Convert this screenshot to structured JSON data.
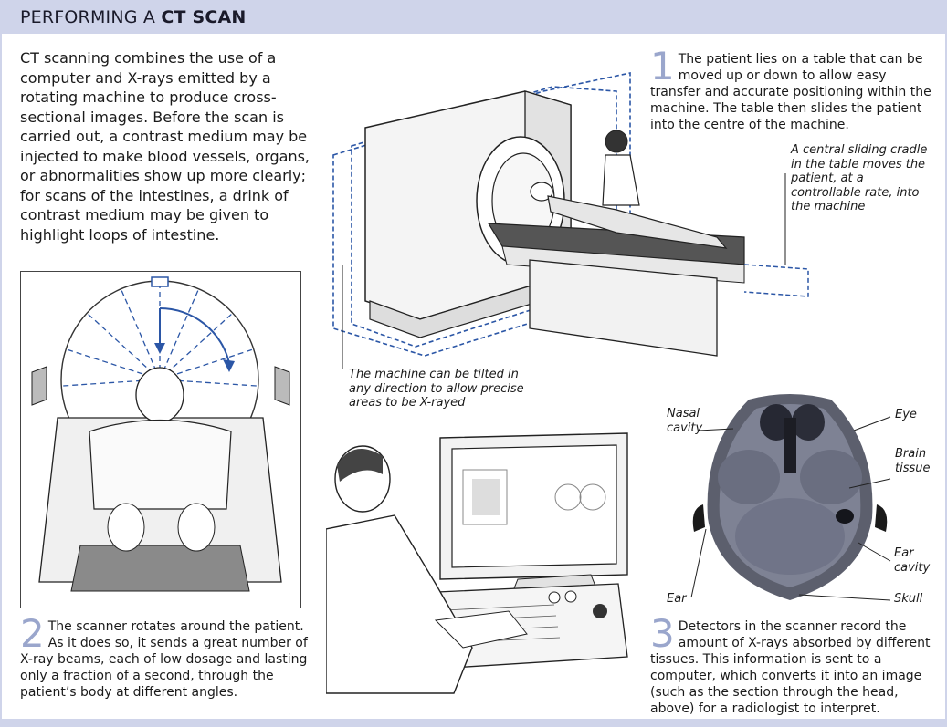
{
  "header": {
    "title_prefix": "PERFORMING A",
    "title_bold": "CT SCAN"
  },
  "intro": "CT scanning combines the use of a computer and X-rays emitted by a rotating machine to produce cross-sectional images. Before the scan is carried out, a contrast medium may be injected to make blood vessels, organs, or abnormalities show up more clearly; for scans of the intestines, a drink of contrast medium may be given to highlight loops of intestine.",
  "steps": [
    {
      "number": "1",
      "text": "The patient lies on a table that can be moved up or down to allow easy transfer and accurate positioning within the machine. The table then slides the patient into the centre of the machine."
    },
    {
      "number": "2",
      "text": "The scanner rotates around the patient. As it does so, it sends a great number of X-ray beams, each of low dosage and lasting only a fraction of a second, through the patient’s body at different angles."
    },
    {
      "number": "3",
      "text": "Detectors in the scanner record the amount of X-rays absorbed by different tissues. This information is sent to a computer, which converts it into an image (such as the section through the head, above) for a radiologist to interpret."
    }
  ],
  "notes": {
    "cradle": "A central sliding cradle in the table moves the patient, at a controllable rate, into the machine",
    "tilt": "The machine can be tilted in any direction to allow precise areas to be X-rayed"
  },
  "scan_labels": {
    "nasal": "Nasal cavity",
    "eye": "Eye",
    "brain": "Brain tissue",
    "ear_cavity": "Ear cavity",
    "ear": "Ear",
    "skull": "Skull"
  },
  "colors": {
    "header_bg": "#cfd4ea",
    "accent_blue": "#2b56a6",
    "step_number": "#9aa6cc"
  }
}
